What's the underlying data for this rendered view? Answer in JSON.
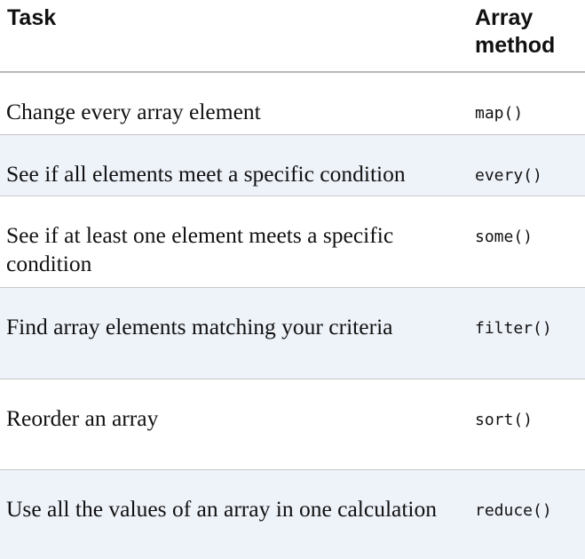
{
  "header": {
    "task_label": "Task",
    "method_label": "Array method"
  },
  "rows": [
    {
      "task": "Change every array element",
      "method": "map()"
    },
    {
      "task": "See if all elements meet a specific condition",
      "method": "every()"
    },
    {
      "task": "See if at least one element meets a specific condition",
      "method": "some()"
    },
    {
      "task": "Find array elements matching your criteria",
      "method": "filter()"
    },
    {
      "task": "Reorder an array",
      "method": "sort()"
    },
    {
      "task": "Use all the values of an array in one calculation",
      "method": "reduce()"
    }
  ],
  "colors": {
    "shaded_row": "#eef2f9",
    "border": "#c8c8c8",
    "header_border": "#b9b9b9"
  }
}
